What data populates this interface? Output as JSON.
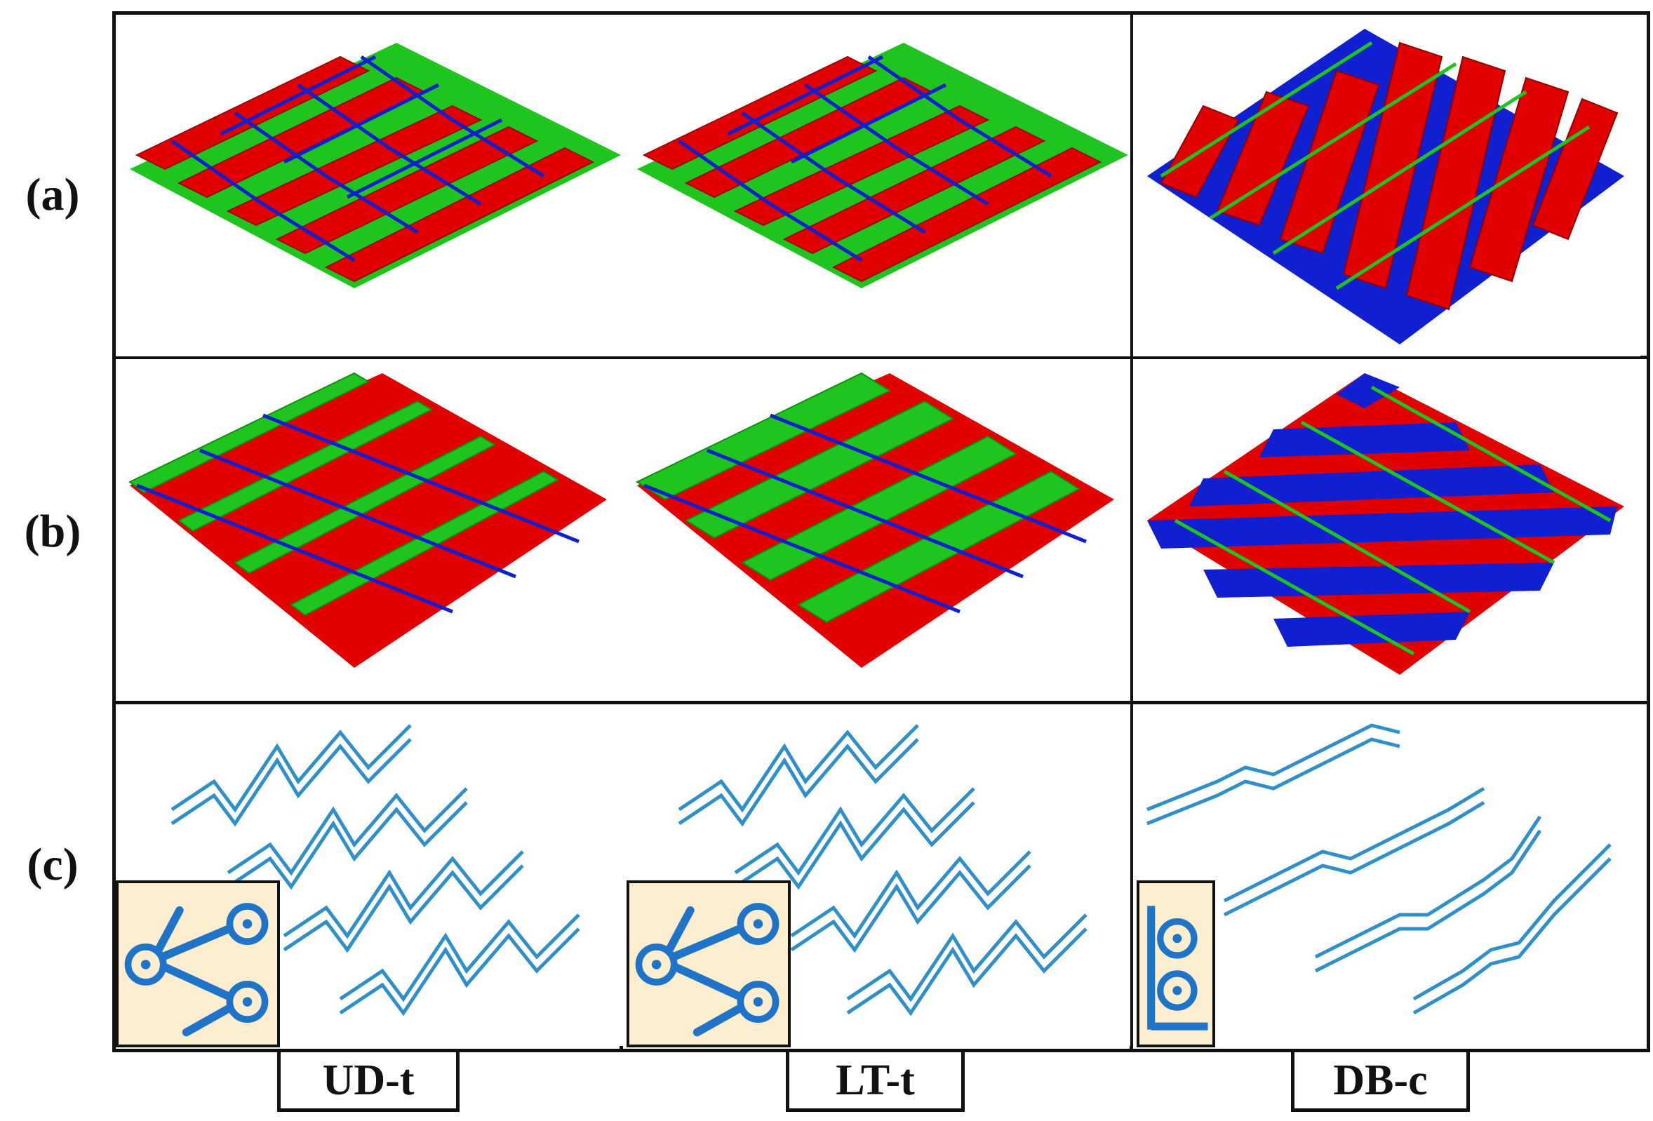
{
  "row_labels": [
    "(a)",
    "(b)",
    "(c)"
  ],
  "column_codes": [
    "UD-t",
    "LT-t",
    "DB-c"
  ],
  "colors": {
    "red_yarn": "#e00000",
    "green_yarn": "#1fc41f",
    "blue_yarn": "#1020d0",
    "binder": "#2f8fc9",
    "inset_background": "#fdeed0",
    "inset_symbol": "#1f74c8"
  },
  "icons": [
    "zigzag-binder-symbol-icon",
    "stacked-loop-binder-symbol-icon"
  ]
}
